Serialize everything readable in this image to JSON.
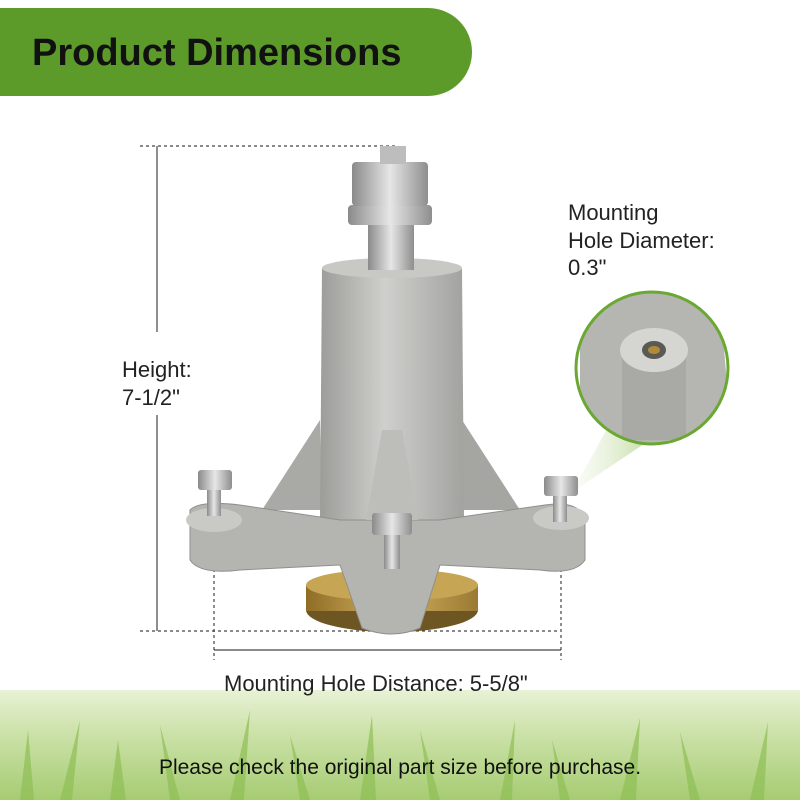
{
  "header": {
    "title": "Product Dimensions"
  },
  "labels": {
    "height_label": "Height:",
    "height_value": "7-1/2\"",
    "hole_diameter_line1": "Mounting",
    "hole_diameter_line2": "Hole Diameter:",
    "hole_diameter_value": "0.3\"",
    "hole_distance": "Mounting Hole Distance: 5-5/8\""
  },
  "footer": {
    "note": "Please check the original part size before purchase."
  },
  "colors": {
    "banner": "#5c9a2a",
    "zoom_ring": "#6aa832",
    "part_metal": "#b9b9b6",
    "pulley_gold": "#b8963f"
  }
}
